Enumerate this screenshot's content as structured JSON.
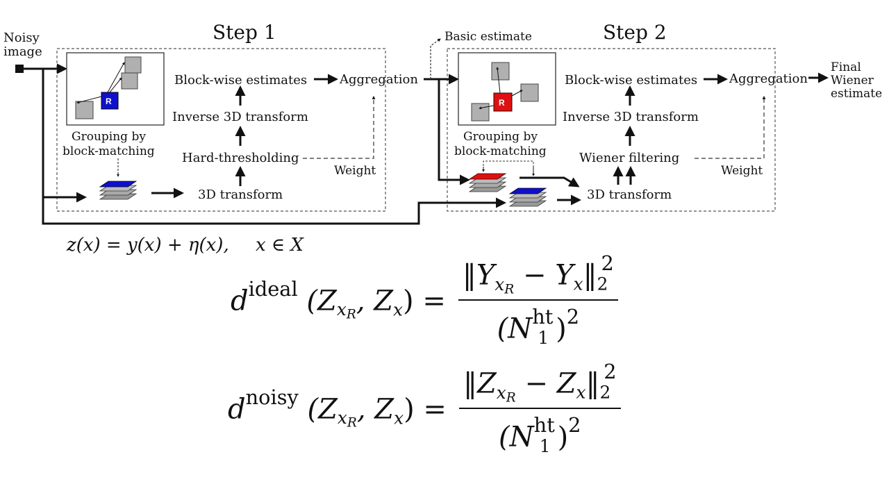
{
  "diagram": {
    "input_label_line1": "Noisy",
    "input_label_line2": "image",
    "step1": {
      "title": "Step 1",
      "grouping_line1": "Grouping by",
      "grouping_line2": "block-matching",
      "ref_block_letter": "R",
      "block_wise": "Block-wise estimates",
      "inverse": "Inverse 3D transform",
      "filter": "Hard-thresholding",
      "transform": "3D transform",
      "aggregation": "Aggregation",
      "weight": "Weight"
    },
    "basic_estimate": "Basic estimate",
    "step2": {
      "title": "Step 2",
      "grouping_line1": "Grouping by",
      "grouping_line2": "block-matching",
      "ref_block_letter": "R",
      "block_wise": "Block-wise estimates",
      "inverse": "Inverse 3D transform",
      "filter": "Wiener filtering",
      "transform": "3D transform",
      "aggregation": "Aggregation",
      "weight": "Weight"
    },
    "output_line1": "Final",
    "output_line2": "Wiener",
    "output_line3": "estimate",
    "colors": {
      "step1_ref": "#1010cc",
      "step2_ref": "#dd1111",
      "block_gray": "#b0b0b0"
    }
  },
  "equations": {
    "model": {
      "lhs": "z(x) = y(x) + η(x),",
      "domain": "x ∈ X"
    },
    "ideal": {
      "d": "d",
      "sup": "ideal",
      "args_open": "(Z",
      "sub_x": "x",
      "sub_R": "R",
      "args_mid": ", Z",
      "sub_x2": "x",
      "args_close": ") =",
      "num_open": "‖Y",
      "num_sub_x": "x",
      "num_sub_R": "R",
      "num_mid": " − Y",
      "num_sub_x2": "x",
      "num_close": "‖",
      "norm_sub": "2",
      "norm_sup": "2",
      "den_open": "(N",
      "den_sup": "ht",
      "den_sub": "1",
      "den_close": ")",
      "den_pow": "2"
    },
    "noisy": {
      "d": "d",
      "sup": "noisy",
      "args_open": "(Z",
      "sub_x": "x",
      "sub_R": "R",
      "args_mid": ", Z",
      "sub_x2": "x",
      "args_close": ") =",
      "num_open": "‖Z",
      "num_sub_x": "x",
      "num_sub_R": "R",
      "num_mid": " − Z",
      "num_sub_x2": "x",
      "num_close": "‖",
      "norm_sub": "2",
      "norm_sup": "2",
      "den_open": "(N",
      "den_sup": "ht",
      "den_sub": "1",
      "den_close": ")",
      "den_pow": "2"
    }
  }
}
